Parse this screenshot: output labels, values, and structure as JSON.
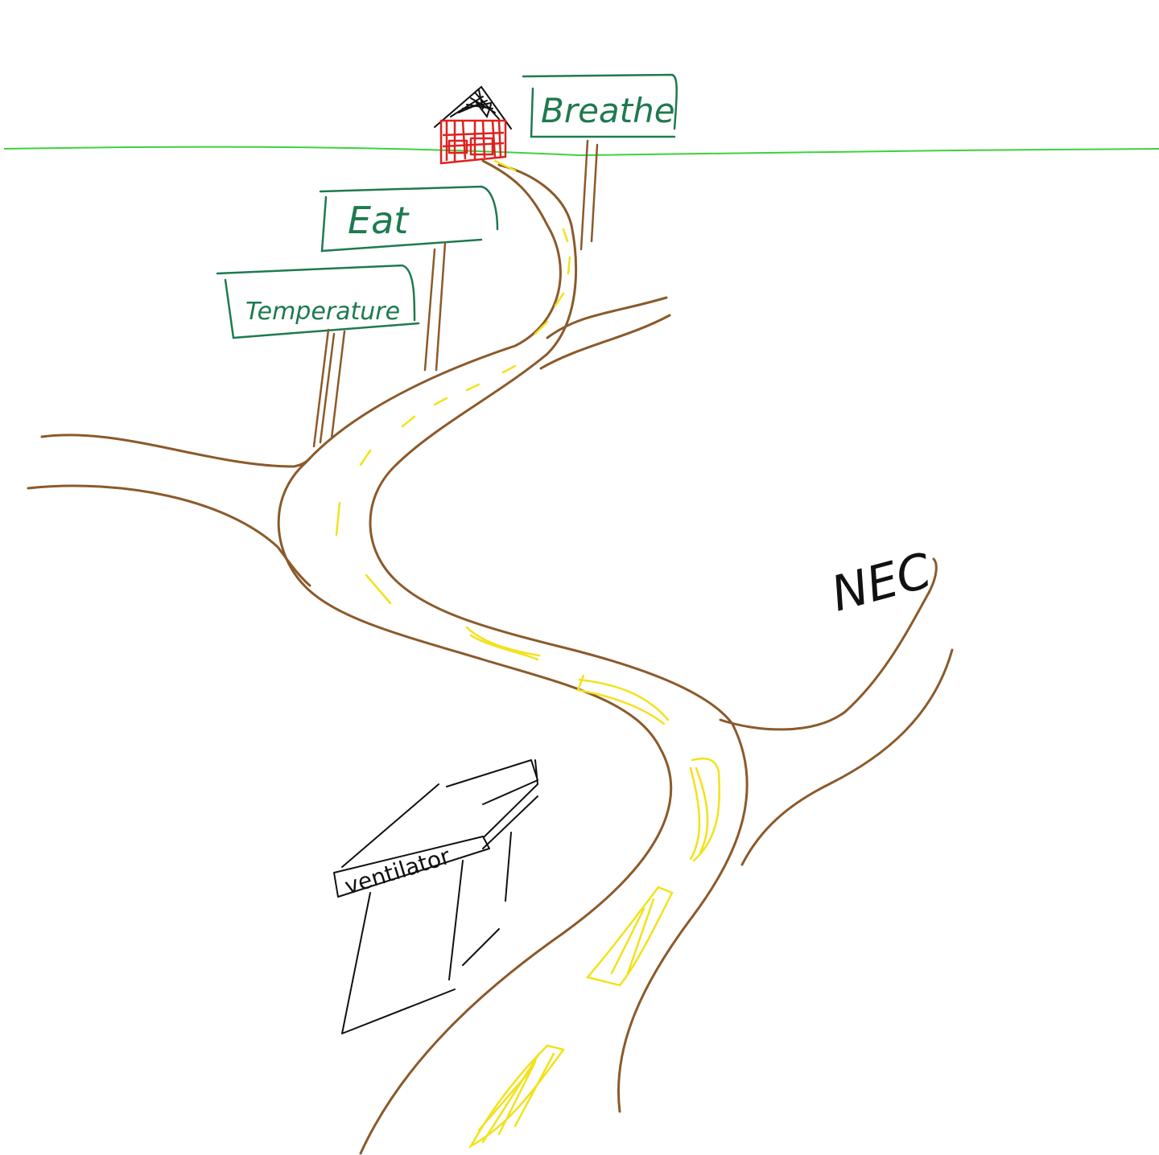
{
  "colors": {
    "background": "#ffffff",
    "horizon": "#3cd23c",
    "road_edge": "#8b5a2b",
    "lane_marking": "#f2e21b",
    "sign": "#1e7a4f",
    "sign_post": "#8b5a2b",
    "house": "#e0201e",
    "roof": "#111111",
    "ink": "#111111"
  },
  "signs": {
    "breathe": "Breathe",
    "eat": "Eat",
    "temperature": "Temperature"
  },
  "branch_label": "NEC",
  "tunnel_label": "ventilator"
}
